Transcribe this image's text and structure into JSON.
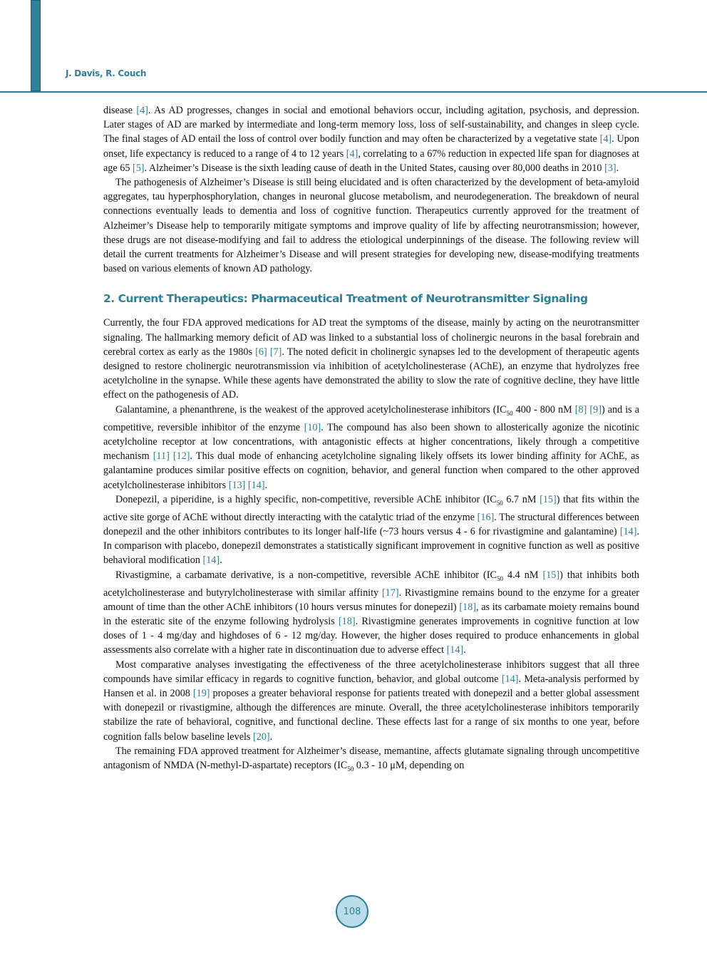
{
  "header": {
    "authors": "J. Davis, R. Couch",
    "accent_color": "#2f7f96"
  },
  "section": {
    "title": "2. Current Therapeutics: Pharmaceutical Treatment of Neurotransmitter Signaling"
  },
  "paragraphs": {
    "p1": "disease [4]. As AD progresses, changes in social and emotional behaviors occur, including agitation, psychosis, and depression. Later stages of AD are marked by intermediate and long-term memory loss, loss of self-sustainability, and changes in sleep cycle. The final stages of AD entail the loss of control over bodily function and may often be characterized by a vegetative state [4]. Upon onset, life expectancy is reduced to a range of 4 to 12 years [4], correlating to a 67% reduction in expected life span for diagnoses at age 65 [5]. Alzheimer’s Disease is the sixth leading cause of death in the United States, causing over 80,000 deaths in 2010 [3].",
    "p2": "The pathogenesis of Alzheimer’s Disease is still being elucidated and is often characterized by the development of beta-amyloid aggregates, tau hyperphosphorylation, changes in neuronal glucose metabolism, and neurodegeneration. The breakdown of neural connections eventually leads to dementia and loss of cognitive function. Therapeutics currently approved for the treatment of Alzheimer’s Disease help to temporarily mitigate symptoms and improve quality of life by affecting neurotransmission; however, these drugs are not disease-modifying and fail to address the etiological underpinnings of the disease. The following review will detail the current treatments for Alzheimer’s Disease and will present strategies for developing new, disease-modifying treatments based on various elements of known AD pathology.",
    "p3": "Currently, the four FDA approved medications for AD treat the symptoms of the disease, mainly by acting on the neurotransmitter signaling. The hallmarking memory deficit of AD was linked to a substantial loss of cholinergic neurons in the basal forebrain and cerebral cortex as early as the 1980s [6] [7]. The noted deficit in cholinergic synapses led to the development of therapeutic agents designed to restore cholinergic neurotransmission via inhibition of acetylcholinesterase (AChE), an enzyme that hydrolyzes free acetylcholine in the synapse. While these agents have demonstrated the ability to slow the rate of cognitive decline, they have little effect on the pathogenesis of AD.",
    "p4": "Galantamine, a phenanthrene, is the weakest of the approved acetylcholinesterase inhibitors (IC50 400 - 800 nM [8] [9]) and is a competitive, reversible inhibitor of the enzyme [10]. The compound has also been shown to allosterically agonize the nicotinic acetylcholine receptor at low concentrations, with antagonistic effects at higher concentrations, likely through a competitive mechanism [11] [12]. This dual mode of enhancing acetylcholine signaling likely offsets its lower binding affinity for AChE, as galantamine produces similar positive effects on cognition, behavior, and general function when compared to the other approved acetylcholinesterase inhibitors [13] [14].",
    "p5": "Donepezil, a piperidine, is a highly specific, non-competitive, reversible AChE inhibitor (IC50 6.7 nM [15]) that fits within the active site gorge of AChE without directly interacting with the catalytic triad of the enzyme [16]. The structural differences between donepezil and the other inhibitors contributes to its longer half-life (~73 hours versus 4 - 6 for rivastigmine and galantamine) [14]. In comparison with placebo, donepezil demonstrates a statistically significant improvement in cognitive function as well as positive behavioral modification [14].",
    "p6": "Rivastigmine, a carbamate derivative, is a non-competitive, reversible AChE inhibitor (IC50 4.4 nM [15]) that inhibits both acetylcholinesterase and butyrylcholinesterase with similar affinity [17]. Rivastigmine remains bound to the enzyme for a greater amount of time than the other AChE inhibitors (10 hours versus minutes for donepezil) [18], as its carbamate moiety remains bound in the esteratic site of the enzyme following hydrolysis [18]. Rivastigmine generates improvements in cognitive function at low doses of 1 - 4 mg/day and highdoses of 6 - 12 mg/day. However, the higher doses required to produce enhancements in global assessments also correlate with a higher rate in discontinuation due to adverse effect [14].",
    "p7": "Most comparative analyses investigating the effectiveness of the three acetylcholinesterase inhibitors suggest that all three compounds have similar efficacy in regards to cognitive function, behavior, and global outcome [14]. Meta-analysis performed by Hansen et al. in 2008 [19] proposes a greater behavioral response for patients treated with donepezil and a better global assessment with donepezil or rivastigmine, although the differences are minute. Overall, the three acetylcholinesterase inhibitors temporarily stabilize the rate of behavioral, cognitive, and functional decline. These effects last for a range of six months to one year, before cognition falls below baseline levels [20].",
    "p8": "The remaining FDA approved treatment for Alzheimer’s disease, memantine, affects glutamate signaling through uncompetitive antagonism of NMDA (N-methyl-D-aspartate) receptors (IC50 0.3 - 10 μM, depending on"
  },
  "footer": {
    "page_number": "108"
  }
}
